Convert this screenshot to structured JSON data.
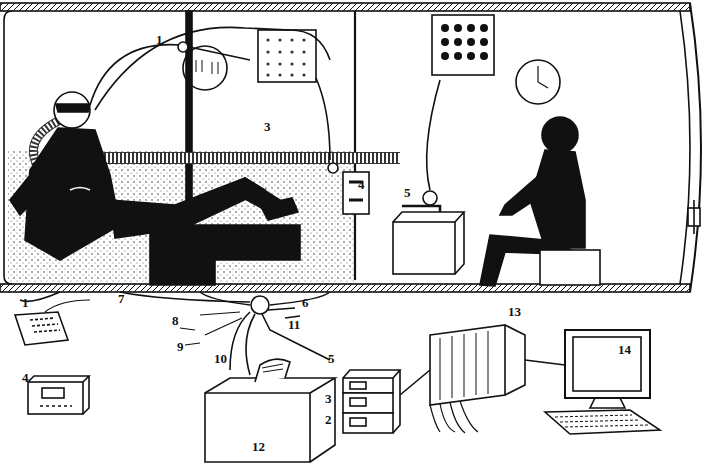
{
  "diagram": {
    "labels": [
      "1",
      "3",
      "4",
      "5",
      "1",
      "7",
      "6",
      "11",
      "8",
      "13",
      "9",
      "10",
      "14",
      "4",
      "5",
      "3",
      "2",
      "12"
    ]
  }
}
